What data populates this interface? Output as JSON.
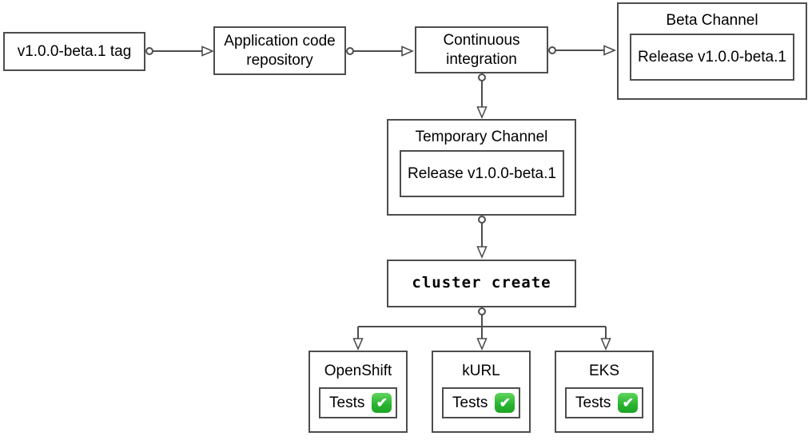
{
  "diagram": {
    "colors": {
      "background": "#ffffff",
      "stroke": "#4d4d4d",
      "text": "#000000",
      "check_green": "#27b32e"
    },
    "icons": {
      "check": "✔"
    },
    "nodes": {
      "tag": {
        "label": "v1.0.0-beta.1 tag"
      },
      "app_repo": {
        "label": "Application code repository"
      },
      "ci": {
        "label": "Continuous integration"
      },
      "beta_channel": {
        "title": "Beta Channel",
        "release": "Release v1.0.0-beta.1"
      },
      "temp_channel": {
        "title": "Temporary Channel",
        "release": "Release v1.0.0-beta.1"
      },
      "cluster_create": {
        "label": "cluster create"
      },
      "openshift": {
        "title": "OpenShift",
        "tests_label": "Tests",
        "tests_status": "passed"
      },
      "kurl": {
        "title": "kURL",
        "tests_label": "Tests",
        "tests_status": "passed"
      },
      "eks": {
        "title": "EKS",
        "tests_label": "Tests",
        "tests_status": "passed"
      }
    },
    "edges": [
      {
        "from": "tag",
        "to": "app_repo"
      },
      {
        "from": "app_repo",
        "to": "ci"
      },
      {
        "from": "ci",
        "to": "beta_channel"
      },
      {
        "from": "ci",
        "to": "temp_channel"
      },
      {
        "from": "temp_channel",
        "to": "cluster_create"
      },
      {
        "from": "cluster_create",
        "to": "openshift"
      },
      {
        "from": "cluster_create",
        "to": "kurl"
      },
      {
        "from": "cluster_create",
        "to": "eks"
      }
    ]
  }
}
